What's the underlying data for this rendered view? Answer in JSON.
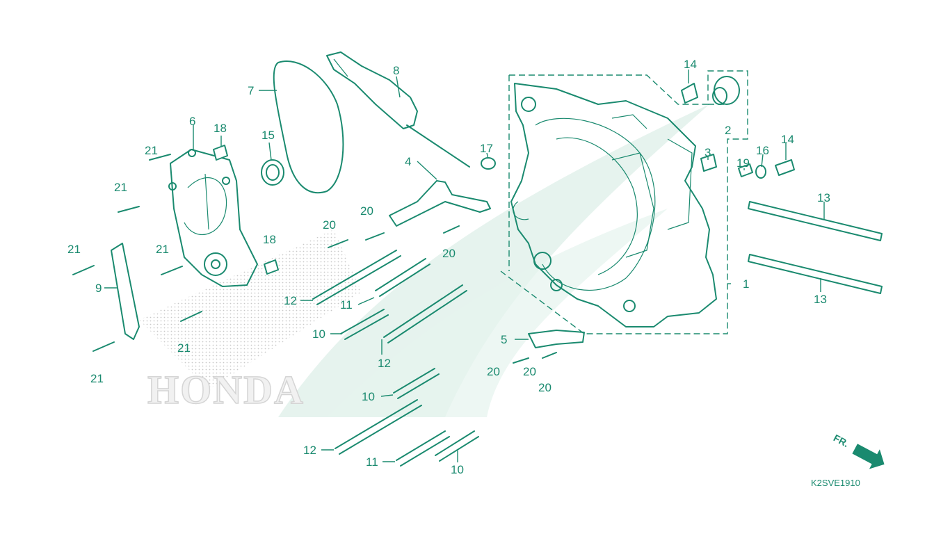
{
  "diagram": {
    "drawing_code": "K2SVE1910",
    "watermark_text": "HONDA",
    "direction_label": "FR.",
    "callouts": {
      "c1": "1",
      "c2": "2",
      "c3": "3",
      "c4": "4",
      "c5": "5",
      "c6": "6",
      "c7": "7",
      "c8": "8",
      "c9": "9",
      "c10a": "10",
      "c10b": "10",
      "c10c": "10",
      "c11a": "11",
      "c11b": "11",
      "c12a": "12",
      "c12b": "12",
      "c12c": "12",
      "c13a": "13",
      "c13b": "13",
      "c14a": "14",
      "c14b": "14",
      "c15": "15",
      "c16": "16",
      "c17": "17",
      "c18a": "18",
      "c18b": "18",
      "c19": "19",
      "c20a": "20",
      "c20b": "20",
      "c20c": "20",
      "c20d": "20",
      "c20e": "20",
      "c20f": "20",
      "c21a": "21",
      "c21b": "21",
      "c21c": "21",
      "c21d": "21",
      "c21e": "21",
      "c21f": "21"
    },
    "colors": {
      "line": "#1a8a6f",
      "watermark": "#e6f3ee",
      "background": "#ffffff"
    }
  }
}
